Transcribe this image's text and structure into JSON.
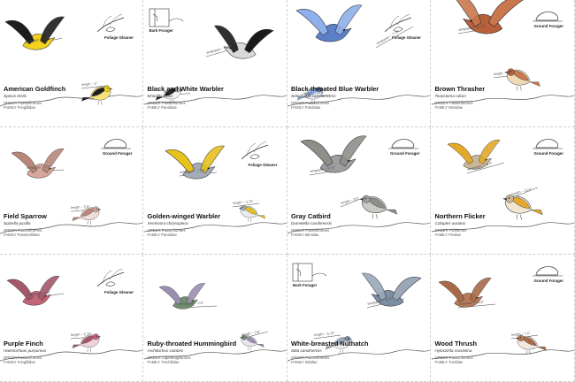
{
  "birds": [
    {
      "name": "American Goldfinch",
      "scientific": "Spinus tristis",
      "order": "ORDER Passeriformes",
      "family": "FAMILY Fringillidae",
      "forager": "Foliage Gleaner",
      "wingspan": "wingspan ~ 7.5\"",
      "length": "length ~ 5\"",
      "colors": {
        "body": "#f2d21b",
        "wing": "#1d1d1d",
        "belly": "#f6e27a"
      }
    },
    {
      "name": "Black and White Warbler",
      "scientific": "Mniotilta varia",
      "order": "ORDER Passeriformes",
      "family": "FAMILY Parulidae",
      "forager": "Bark Forager",
      "wingspan": "wingspan ~ 8.25\"",
      "length": "length ~ 4.5\"",
      "colors": {
        "body": "#d9d9d9",
        "wing": "#1a1a1a",
        "belly": "#f2f2f2"
      }
    },
    {
      "name": "Black-throated Blue Warbler",
      "scientific": "Setophaga caerulescens",
      "order": "ORDER Passeriformes",
      "family": "FAMILY Parulidae",
      "forager": "Foliage Gleaner",
      "wingspan": "wingspan ~ 7.75\"",
      "length": "length ~ 4.75\"",
      "colors": {
        "body": "#5b7fc9",
        "wing": "#8fb0ea",
        "belly": "#eaf0f7"
      }
    },
    {
      "name": "Brown Thrasher",
      "scientific": "Toxostoma rufum",
      "order": "ORDER Passeriformes",
      "family": "FAMILY Mimidae",
      "forager": "Ground Forager",
      "wingspan": "wingspan ~ 12.25\"",
      "length": "length ~ 11\"",
      "colors": {
        "body": "#b8603b",
        "wing": "#c9774c",
        "belly": "#efd9b8"
      }
    },
    {
      "name": "Field Sparrow",
      "scientific": "Spizella pusilla",
      "order": "ORDER Passeriformes",
      "family": "FAMILY Passerellidae",
      "forager": "Ground Forager",
      "wingspan": "wingspan ~ 7.5\"",
      "length": "length ~ 5.5\"",
      "colors": {
        "body": "#d6a89a",
        "wing": "#b8877a",
        "belly": "#f0dfd6"
      }
    },
    {
      "name": "Golden-winged Warbler",
      "scientific": "Vermivora chrysoptera",
      "order": "ORDER Passeriformes",
      "family": "FAMILY Parulidae",
      "forager": "Foliage Gleaner",
      "wingspan": "wingspan ~ 7.75\"",
      "length": "length ~ 4.75\"",
      "colors": {
        "body": "#a3acb8",
        "wing": "#e6c21d",
        "belly": "#e9eaee"
      }
    },
    {
      "name": "Gray Catbird",
      "scientific": "Dumetella carolinensis",
      "order": "ORDER Passeriformes",
      "family": "FAMILY Mimidae",
      "forager": "Ground Forager",
      "wingspan": "wingspan ~ 8.75\"",
      "length": "length ~ 8.5\"",
      "colors": {
        "body": "#9d9ea0",
        "wing": "#8f8f8a",
        "belly": "#c9c9c6"
      }
    },
    {
      "name": "Northern Flicker",
      "scientific": "Colaptes auratus",
      "order": "ORDER Piciformes",
      "family": "FAMILY Picidae",
      "forager": "Ground Forager",
      "wingspan": "wingspan ~ 18.5\"",
      "length": "length ~ 12.5\"",
      "colors": {
        "body": "#c9b79a",
        "wing": "#e3a92a",
        "belly": "#f0e6d2"
      }
    },
    {
      "name": "Purple Finch",
      "scientific": "Haemorhous purpureus",
      "order": "ORDER Passeriformes",
      "family": "FAMILY Fringillidae",
      "forager": "Foliage Gleaner",
      "wingspan": "wingspan ~ 9.5\"",
      "length": "length ~ 5.75\"",
      "colors": {
        "body": "#c46478",
        "wing": "#a5586a",
        "belly": "#efd2d8"
      }
    },
    {
      "name": "Ruby-throated Hummingbird",
      "scientific": "Archilochus colubris",
      "order": "ORDER Caprimulgiformes",
      "family": "FAMILY Trochilidae",
      "forager": "",
      "wingspan": "wingspan ~ 3.5\"",
      "length": "length ~ 3.5\"",
      "colors": {
        "body": "#6f8f6e",
        "wing": "#9b8fb0",
        "belly": "#e8e4ea"
      }
    },
    {
      "name": "White-breasted Nuthatch",
      "scientific": "Sitta carolinensis",
      "order": "ORDER Passeriformes",
      "family": "FAMILY Sittidae",
      "forager": "Bark Forager",
      "wingspan": "wingspan ~ 10.5\"",
      "length": "length ~ 5.75\"",
      "colors": {
        "body": "#7e8ea3",
        "wing": "#9aa8ba",
        "belly": "#f1f2f4"
      }
    },
    {
      "name": "Wood Thrush",
      "scientific": "Hylocichla mustelina",
      "order": "ORDER Passeriformes",
      "family": "FAMILY Turdidae",
      "forager": "Ground Forager",
      "wingspan": "wingspan ~ 13.5\"",
      "length": "length ~ 7.5\"",
      "colors": {
        "body": "#b87b58",
        "wing": "#a86a48",
        "belly": "#f2e8df"
      }
    }
  ]
}
